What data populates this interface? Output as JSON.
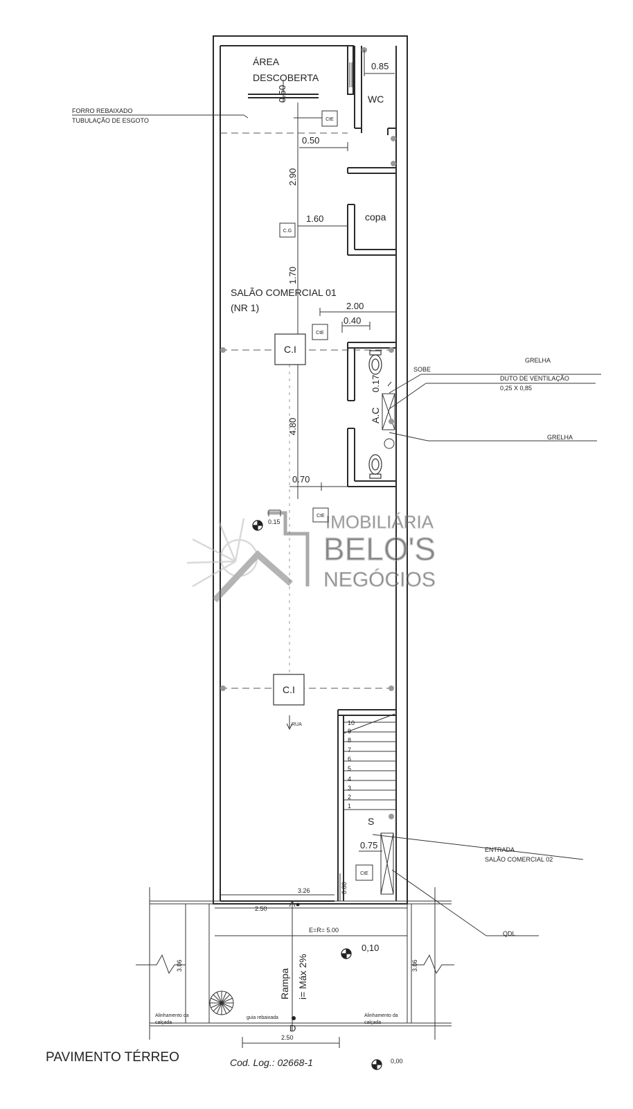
{
  "rooms": {
    "area_descoberta": [
      "ÁREA",
      "DESCOBERTA"
    ],
    "wc": "WC",
    "copa": "copa",
    "salao": [
      "SALÃO COMERCIAL 01",
      "(NR 1)"
    ],
    "ac": "A.C"
  },
  "notes": {
    "forro": [
      "FORRO REBAIXADO",
      "TUBULAÇÃO DE ESGOTO"
    ],
    "grelha_top": "GRELHA",
    "sobe": "SOBE",
    "duto": [
      "DUTO DE VENTILAÇÃO",
      "0,25 X 0,85"
    ],
    "grelha_bottom": "GRELHA",
    "entrada": [
      "ENTRADA",
      "SALÃO COMERCIAL 02"
    ],
    "qdl": "QDL",
    "rua": "RUA",
    "alinhamento_left": [
      "Alinhamento da",
      "calçada"
    ],
    "alinhamento_right": [
      "Alinhamento da",
      "calçada"
    ],
    "guia": "guia rebaixada",
    "rampa": [
      "Rampa",
      "i= Máx  2%"
    ],
    "er": "E=R= 5.00"
  },
  "symbols": {
    "cte": "CtE",
    "cg": "C.G",
    "ci": "C.I"
  },
  "dims": {
    "d085": "0.85",
    "d050_top": "0.50",
    "d050": "0.50",
    "d290": "2.90",
    "d160": "1.60",
    "d170": "1.70",
    "d200": "2.00",
    "d040": "0.40",
    "d017": "0.17",
    "d480": "4.80",
    "d070": "0.70",
    "d015": "0.15",
    "d075": "0.75",
    "d080": "0.80",
    "d326": "3.26",
    "d250_top": "2.50",
    "d306_left": "3.06",
    "d306_right": "3.06",
    "d010": "0,10",
    "d250_bottom": "2.50",
    "d000": "0,00"
  },
  "stairs": {
    "steps": [
      "1",
      "2",
      "3",
      "4",
      "5",
      "6",
      "7",
      "8",
      "9",
      "10"
    ],
    "s": "S",
    "d": "D"
  },
  "footer": {
    "title": "PAVIMENTO TÉRREO",
    "code": "Cod. Log.: 02668-1"
  },
  "watermark": {
    "line1": "IMOBILIÁRIA",
    "line2": "BELO'S",
    "line3": "NEGÓCIOS"
  }
}
